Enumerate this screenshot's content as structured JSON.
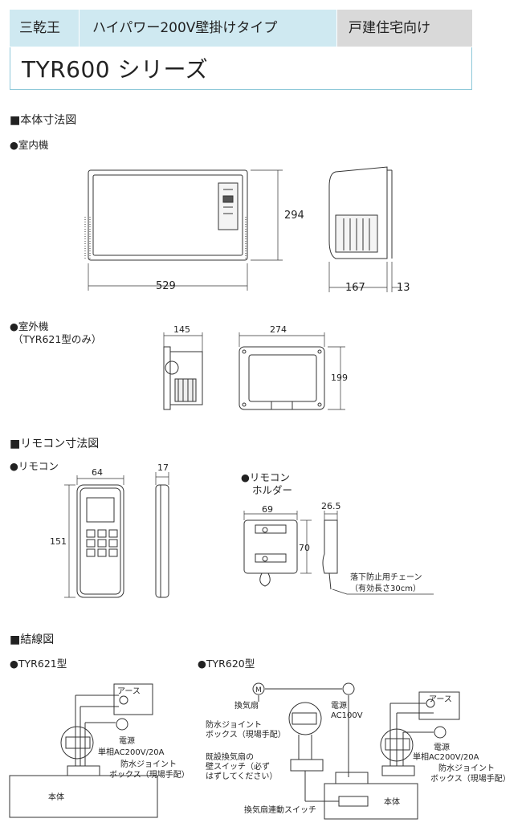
{
  "header": {
    "cell1": "三乾王",
    "cell2": "ハイパワー200V壁掛けタイプ",
    "cell3": "戸建住宅向け",
    "series": "TYR600 シリーズ"
  },
  "section_body": {
    "title": "■本体寸法図",
    "indoor_label": "●室内機",
    "dims": {
      "indoor_height": "294",
      "indoor_width": "529",
      "side_depth": "167",
      "side_extra": "13"
    },
    "outdoor_label": "●室外機",
    "outdoor_note": "（TYR621型のみ）",
    "outdoor_dims": {
      "depth": "145",
      "width": "274",
      "height": "199"
    }
  },
  "section_remote": {
    "title": "■リモコン寸法図",
    "remote_label": "●リモコン",
    "remote_dims": {
      "width": "64",
      "height": "151",
      "thickness": "17"
    },
    "holder_label_line1": "●リモコン",
    "holder_label_line2": "ホルダー",
    "holder_dims": {
      "width": "69",
      "height": "70",
      "depth": "26.5"
    },
    "chain_note_line1": "落下防止用チェーン",
    "chain_note_line2": "（有効長さ30cm）"
  },
  "section_wiring": {
    "title": "■結線図",
    "tyr621_label": "●TYR621型",
    "tyr620_label": "●TYR620型",
    "earth": "アース",
    "power_label": "電源",
    "power_spec": "単相AC200V/20A",
    "joint_box_line1": "防水ジョイント",
    "joint_box_line2": "ボックス（現場手配）",
    "main_unit": "本体",
    "fan_label": "換気扇",
    "power_ac100": "AC100V",
    "existing_switch_line1": "既設換気扇の",
    "existing_switch_line2": "壁スイッチ（必ず",
    "existing_switch_line3": "はずしてください）",
    "fan_link_switch": "換気扇連動スイッチ",
    "motor_symbol": "M"
  }
}
